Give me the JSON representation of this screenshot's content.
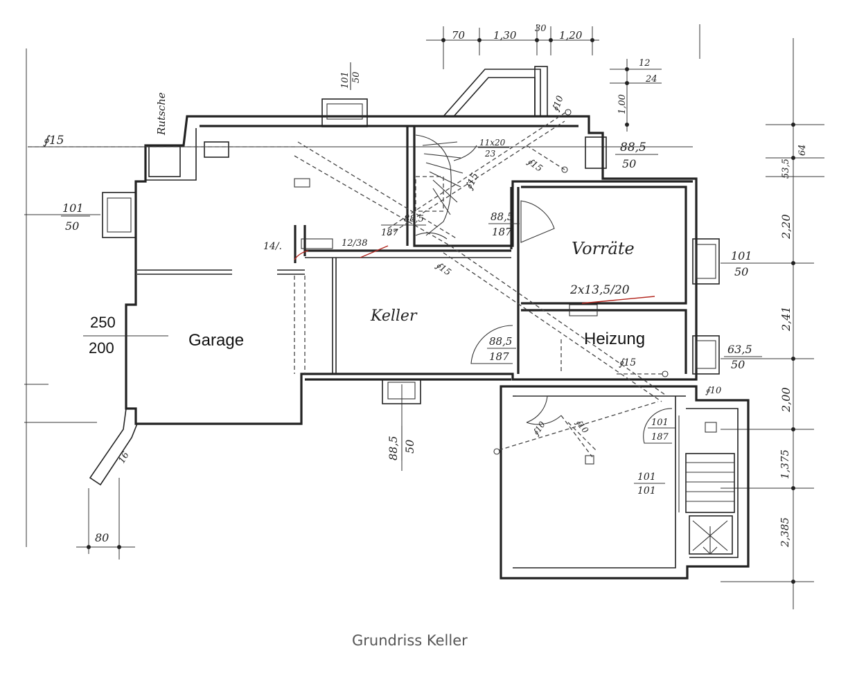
{
  "caption": "Grundriss Keller",
  "rooms": {
    "garage": "Garage",
    "heizung": "Heizung",
    "keller": "Keller",
    "vorraete": "Vorräte",
    "rutsche": "Rutsche"
  },
  "garage_opening": {
    "top": "250",
    "bottom": "200"
  },
  "windows": {
    "w_top": {
      "num": "101",
      "den": "50"
    },
    "w_left": {
      "num": "101",
      "den": "50"
    },
    "w_right_upper": {
      "num": "88,5",
      "den": "50"
    },
    "w_vorraete": {
      "num": "101",
      "den": "50"
    },
    "w_heizung": {
      "num": "63,5",
      "den": "50"
    },
    "w_bottom": {
      "num": "88,5",
      "den": "50"
    }
  },
  "doors": {
    "d_stair": {
      "num": "88,5",
      "den": "187"
    },
    "d_vorraete": {
      "num": "88,5",
      "den": "187"
    },
    "d_keller": {
      "num": "88,5",
      "den": "187"
    },
    "d_right": {
      "num": "101",
      "den": "187"
    },
    "d_right2": {
      "num": "101",
      "den": "101"
    }
  },
  "stairs": {
    "num": "11x20",
    "den": "23"
  },
  "notes": {
    "pipe_15_left": "∮15",
    "pipe_15_stair": "∮15",
    "pipe_15_right": "∮15",
    "pipe_15_diag": "∮15",
    "pipe_15_heiz": "∮15",
    "pipe_10_top": "∮10",
    "pipe_10_right": "∮10",
    "pipe_10_a": "∮10",
    "pipe_10_b": "∮10",
    "chimney": "2x13,5/20",
    "vent_14": "14/.",
    "vent_12": "12/38",
    "n_16": "16",
    "n_bottom_left": "80"
  },
  "dimensions": {
    "top": [
      "70",
      "1,30",
      "30",
      "1,20"
    ],
    "right_small": [
      "12",
      "24",
      "1,00"
    ],
    "right": [
      "53,5",
      "64",
      "2,20",
      "2,41",
      "2,00",
      "1,375",
      "2,385"
    ]
  }
}
